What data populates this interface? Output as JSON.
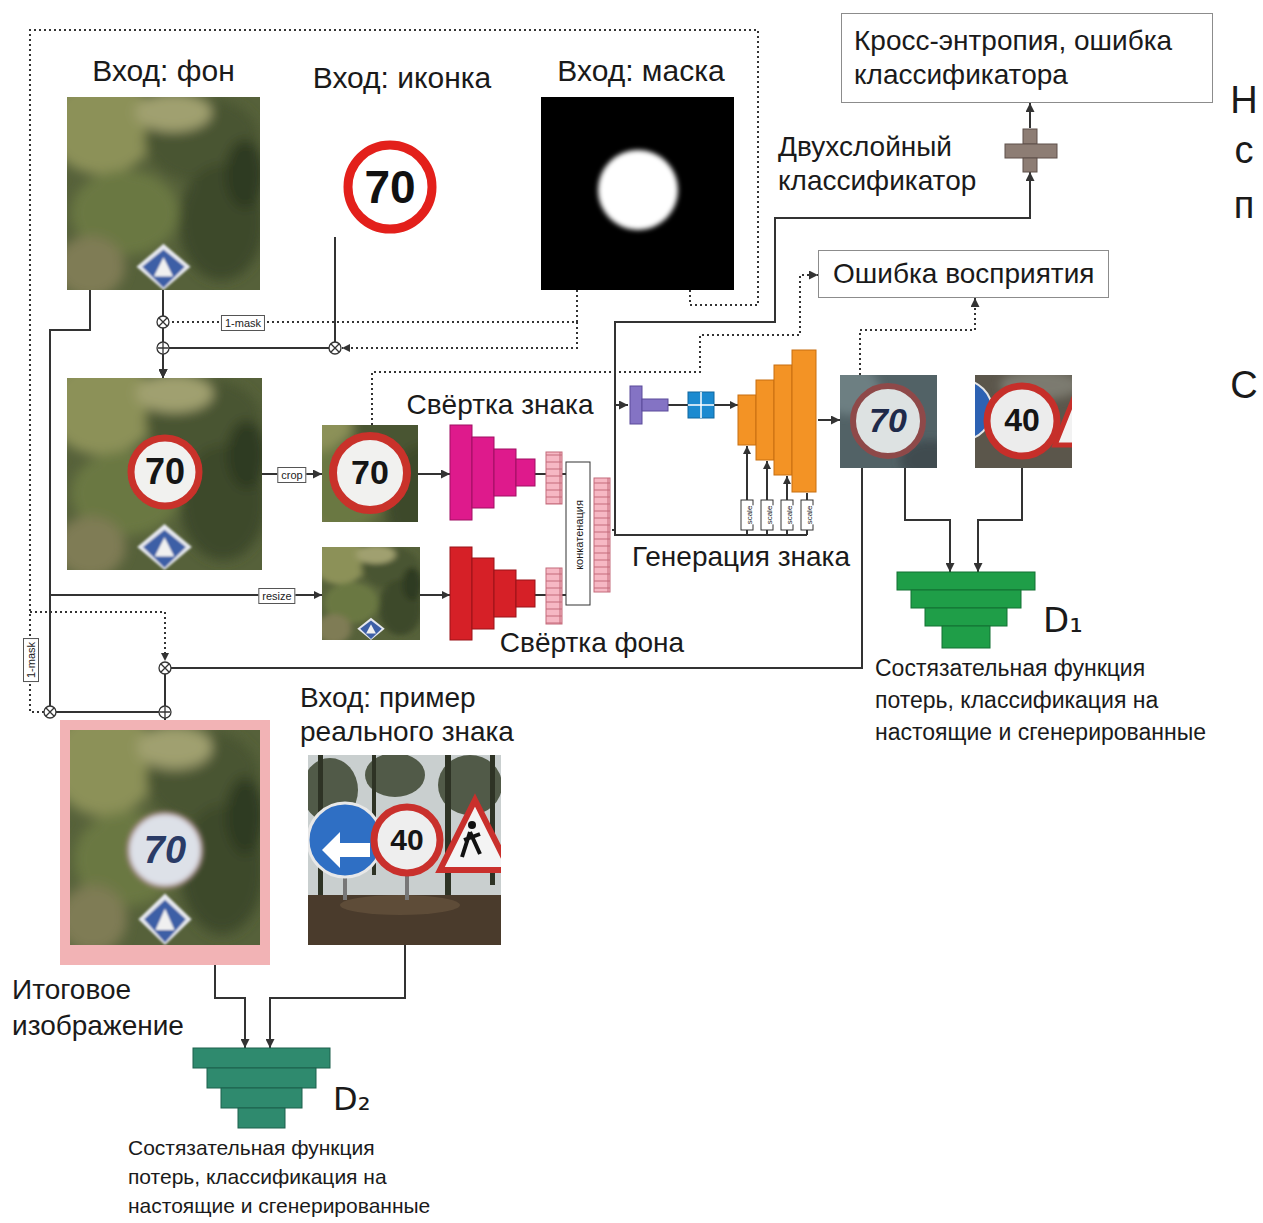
{
  "diagram": {
    "nodes": [
      {
        "text": [
          "Вход: фон"
        ]
      },
      {
        "text": [
          "Вход: иконка",
          "70"
        ]
      },
      {
        "text": [
          "Вход: маска"
        ]
      },
      {
        "text": [
          "Кросс-энтропия, ошибка классификатора"
        ]
      },
      {
        "text": [
          "Двухслойный классификатор"
        ]
      },
      {
        "text": [
          "Ошибка восприятия"
        ]
      },
      {
        "text": [
          "70"
        ]
      },
      {
        "text": [
          "70"
        ]
      },
      {
        "text": [
          "Свёртка знака"
        ]
      },
      {
        "text": [
          "Свёртка фона"
        ]
      },
      {
        "text": [
          "конкатенация"
        ]
      },
      {
        "text": [
          "Генерация знака"
        ]
      },
      {
        "text": [
          "70"
        ]
      },
      {
        "text": [
          "40"
        ]
      },
      {
        "text": [
          "D₁",
          "Состязательная функция потерь, классификация на настоящие и сгенерированные"
        ]
      },
      {
        "text": [
          "Итоговое изображение",
          "70"
        ]
      },
      {
        "text": [
          "Вход: пример реального знака",
          "40"
        ]
      },
      {
        "text": [
          "D₂",
          "Состязательная функция потерь, классификация на настоящие и сгенерированные"
        ]
      }
    ],
    "edges": [
      {
        "from": 0,
        "to": 6,
        "arrow": "to"
      },
      {
        "from": 1,
        "to": 6,
        "arrow": "to"
      },
      {
        "from": 2,
        "to": 6,
        "arrow": "to",
        "label": "1-mask"
      },
      {
        "from": 6,
        "to": 7,
        "arrow": "to",
        "label": "crop"
      },
      {
        "from": 7,
        "to": 8,
        "arrow": "to"
      },
      {
        "from": 8,
        "to": 10,
        "arrow": "none"
      },
      {
        "from": 9,
        "to": 10,
        "arrow": "none"
      },
      {
        "from": 10,
        "to": 11,
        "arrow": "to"
      },
      {
        "from": 10,
        "to": 4,
        "arrow": "to"
      },
      {
        "from": 4,
        "to": 3,
        "arrow": "to"
      },
      {
        "from": 11,
        "to": 12,
        "arrow": "to"
      },
      {
        "from": 7,
        "to": 5,
        "arrow": "to"
      },
      {
        "from": 12,
        "to": 5,
        "arrow": "to"
      },
      {
        "from": 12,
        "to": 14,
        "arrow": "to"
      },
      {
        "from": 13,
        "to": 14,
        "arrow": "to"
      },
      {
        "from": 12,
        "to": 15,
        "arrow": "to"
      },
      {
        "from": 0,
        "to": 15,
        "arrow": "to"
      },
      {
        "from": 2,
        "to": 15,
        "arrow": "to",
        "label": "1-mask"
      },
      {
        "from": 15,
        "to": 17,
        "arrow": "to"
      },
      {
        "from": 16,
        "to": 17,
        "arrow": "to"
      }
    ],
    "labels": [
      "resize",
      "scale",
      "scale",
      "scale",
      "scale",
      "Н",
      "с",
      "п",
      "С"
    ]
  }
}
